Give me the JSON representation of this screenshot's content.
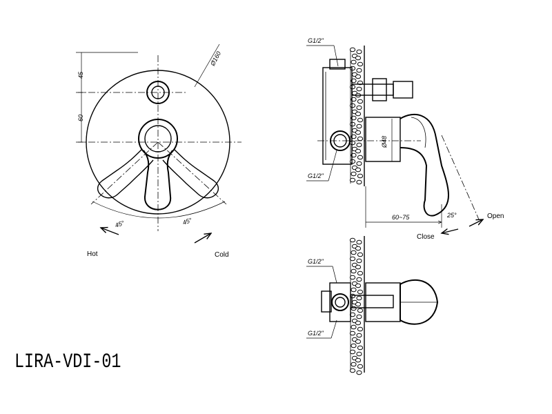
{
  "model_code": "LIRA-VDI-01",
  "front_view": {
    "diameter_label": "Ø160",
    "dim_upper": "45",
    "dim_lower": "60",
    "angle_left": "45°",
    "angle_right": "45°",
    "hot_label": "Hot",
    "cold_label": "Cold"
  },
  "side_view": {
    "thread_top": "G1/2\"",
    "thread_bottom": "G1/2\"",
    "diameter_label": "Ø48",
    "depth_label": "60~75",
    "angle_label": "25°",
    "open_label": "Open",
    "close_label": "Close"
  },
  "top_view": {
    "thread_top": "G1/2\"",
    "thread_bottom": "G1/2\""
  }
}
